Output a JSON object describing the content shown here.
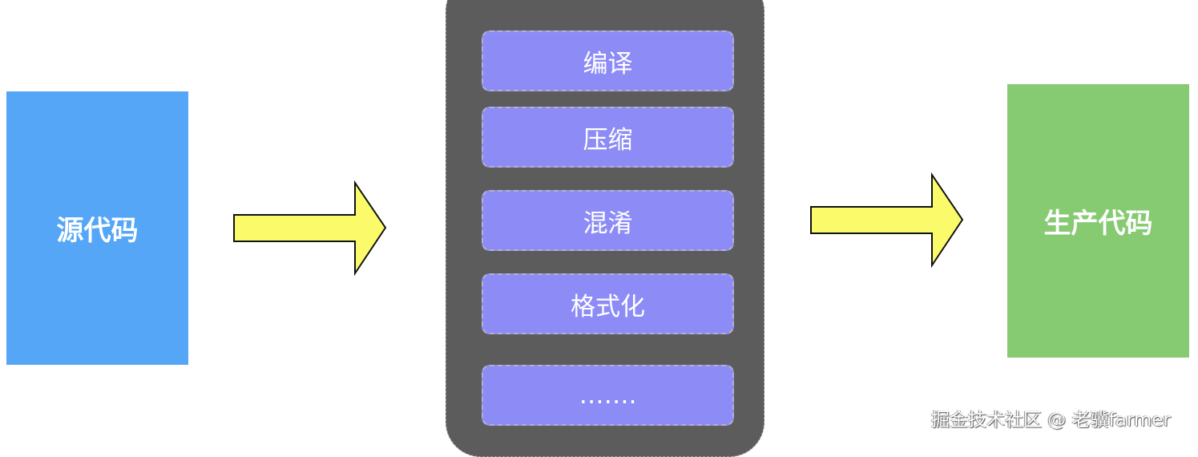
{
  "diagram": {
    "source": {
      "label": "源代码",
      "color": "#55a6f6"
    },
    "pipeline": {
      "color": "#5c5c5c",
      "step_color": "#8d8cf7",
      "steps": [
        {
          "label": "编译"
        },
        {
          "label": "压缩"
        },
        {
          "label": "混淆"
        },
        {
          "label": "格式化"
        },
        {
          "label": "……."
        }
      ]
    },
    "output": {
      "label": "生产代码",
      "color": "#86ca72"
    },
    "arrow_color": "#fafa6a"
  },
  "watermark": "掘金技术社区 @ 老骥farmer"
}
